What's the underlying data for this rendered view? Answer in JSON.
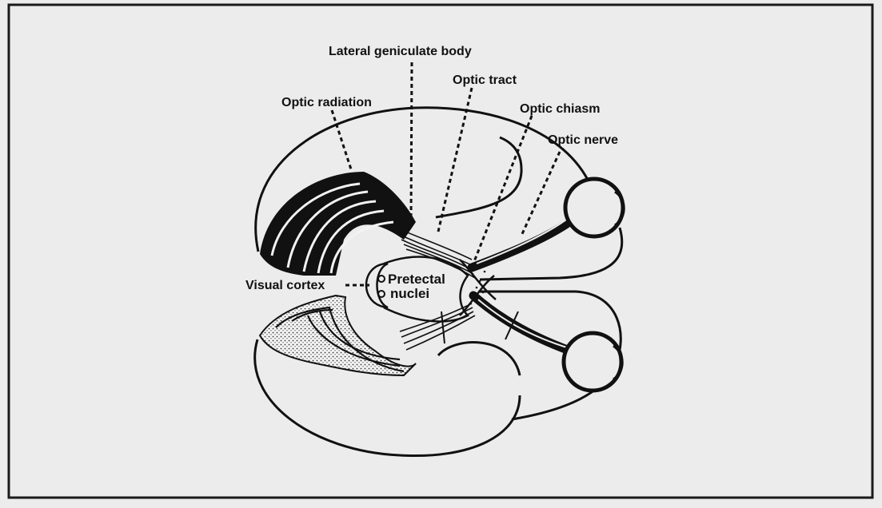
{
  "labels": {
    "lateral_geniculate_body": "Lateral geniculate body",
    "optic_tract": "Optic tract",
    "optic_radiation": "Optic radiation",
    "optic_chiasm": "Optic chiasm",
    "optic_nerve": "Optic nerve",
    "visual_cortex": "Visual cortex",
    "pretectal_nuclei_line1": "Pretectal",
    "pretectal_nuclei_line2": "nuclei"
  },
  "colors": {
    "ink": "#111111",
    "paper": "#ececec",
    "frame": "#1a1a1a"
  }
}
